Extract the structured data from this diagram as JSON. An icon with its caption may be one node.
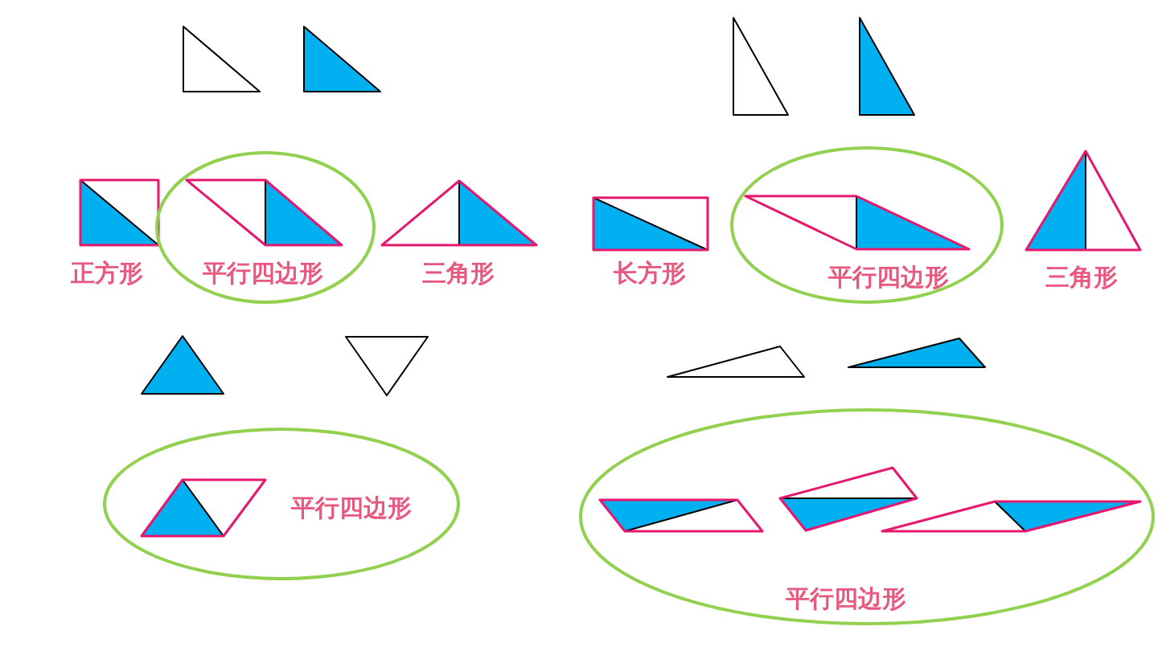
{
  "diagram": {
    "nodes": [
      {
        "text": [
          "平行四边形"
        ]
      },
      {
        "text": [
          "平行四边形"
        ]
      },
      {
        "text": [
          "平行四边形"
        ]
      },
      {
        "text": [
          "平行四边形"
        ]
      }
    ],
    "labels": [
      "正方形",
      "三角形",
      "长方形",
      "三角形"
    ]
  }
}
